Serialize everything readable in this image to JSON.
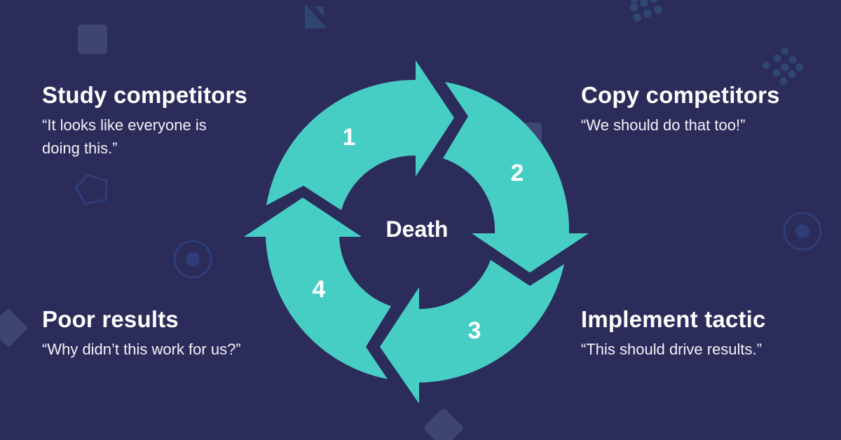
{
  "colors": {
    "background": "#2c2c5b",
    "arrow": "#47cec4",
    "text": "#ffffff",
    "decor_light": "#3e4571",
    "decor_blue": "#2f4670"
  },
  "diagram": {
    "type": "cycle",
    "center_label": "Death",
    "steps": [
      {
        "number": "1",
        "title": "Study competitors",
        "quote": "“It looks like everyone is doing this.”",
        "quote_line1": "“It looks like everyone is",
        "quote_line2": "doing this.”"
      },
      {
        "number": "2",
        "title": "Copy competitors",
        "quote": "“We should do that too!”"
      },
      {
        "number": "3",
        "title": "Implement tactic",
        "quote": "“This should drive results.”"
      },
      {
        "number": "4",
        "title": "Poor results",
        "quote": "“Why didn’t this work for us?”"
      }
    ]
  }
}
